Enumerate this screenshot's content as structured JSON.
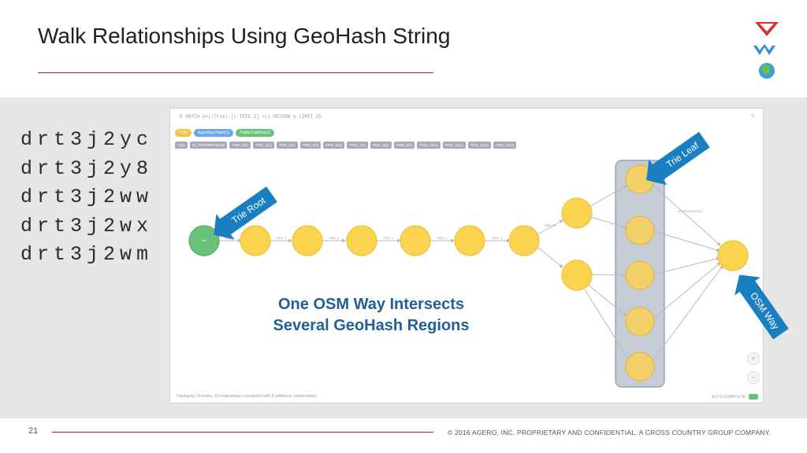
{
  "slide": {
    "title": "Walk Relationships Using GeoHash String",
    "page_number": "21",
    "copyright": "© 2016 AGERO, INC. PROPRIETARY AND CONFIDENTIAL. A CROSS COUNTRY GROUP COMPANY.",
    "accent_color": "#b01c2e"
  },
  "geohashes": [
    "drt3j2yc",
    "drt3j2y8",
    "drt3j2ww",
    "drt3j2wx",
    "drt3j2wm"
  ],
  "neo4j": {
    "query": "$ MATCH p=(:Trie)-[r:TRIE_2]->() RETURN p LIMIT 25",
    "node_labels": [
      {
        "text": "*(16)",
        "color": "#f4c542"
      },
      {
        "text": "AgeroGeoHash(1)",
        "color": "#6aa8e8"
      },
      {
        "text": "PublicTrieRoot(1)",
        "color": "#6ac17a"
      }
    ],
    "relationship_types": [
      "*(16)",
      "IN_PROPERTIES(5)",
      "TRIE_2(1)",
      "TRIE_3(1)",
      "TRIE_4(1)",
      "TRIE_5(1)",
      "TRIE_6(1)",
      "TRIE_7(1)",
      "TRIE_8(1)",
      "TRIE_9(1)",
      "TRIE_10(1)",
      "TRIE_11(1)",
      "TRIE_12(1)",
      "TRIE_13(1)"
    ],
    "status_text": "Displaying 15 nodes, 15 relationships (completed with 3 additional relationships).",
    "autocomplete_label": "AUTO-COMPLETE",
    "zoom_in_symbol": "+",
    "zoom_out_symbol": "−",
    "edit_symbol": "✎",
    "root_node_label": "trie",
    "edge_labels": [
      "TRIE_D",
      "TRIE_T",
      "TRIE_3",
      "TRIE_J",
      "TRIE_2",
      "TRIE_Y",
      "TRIE_W",
      "IN_PROPERTIES"
    ]
  },
  "annotations": {
    "trie_root": "Trie Root",
    "trie_leaf": "Trie Leaf",
    "osm_way": "OSM Way",
    "caption_line1": "One OSM Way Intersects",
    "caption_line2": "Several GeoHash Regions",
    "callout_color": "#1a7fc1",
    "caption_color": "#1f5f9a"
  },
  "colors": {
    "node_yellow": "#fbd34e",
    "node_green": "#6ac17a",
    "leaf_highlight": "#c5ccd6"
  }
}
